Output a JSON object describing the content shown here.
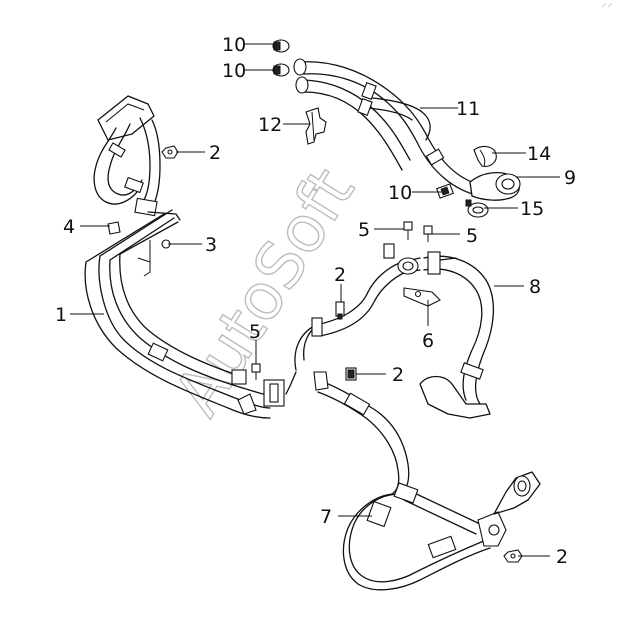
{
  "watermark": "AutoSoft",
  "callouts": {
    "c1": "1",
    "c2a": "2",
    "c2b": "2",
    "c2c": "2",
    "c2d": "2",
    "c3": "3",
    "c4": "4",
    "c5a": "5",
    "c5b": "5",
    "c5c": "5",
    "c6": "6",
    "c7": "7",
    "c8": "8",
    "c9": "9",
    "c10a": "10",
    "c10b": "10",
    "c10c": "10",
    "c11": "11",
    "c12": "12",
    "c14": "14",
    "c15": "15"
  }
}
